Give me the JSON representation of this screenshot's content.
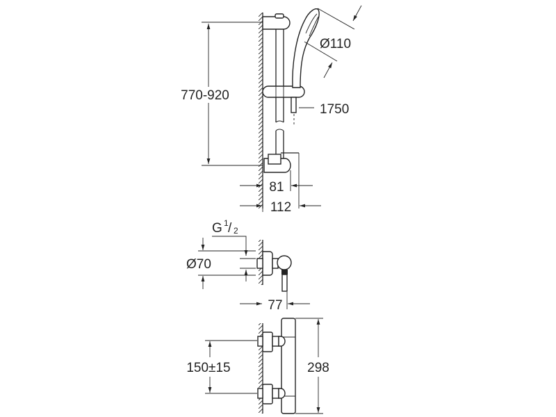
{
  "drawing": {
    "rail_set": {
      "height_range": "770-920",
      "handshower_diameter": "Ø110",
      "hose_length": "1750",
      "depth_rail": "81",
      "depth_total": "112"
    },
    "side_view": {
      "thread": "G",
      "thread_num": "1",
      "thread_den": "2",
      "escutcheon_diameter": "Ø70",
      "projection": "77"
    },
    "front_view": {
      "centre_distance": "150±15",
      "body_length": "298"
    }
  }
}
